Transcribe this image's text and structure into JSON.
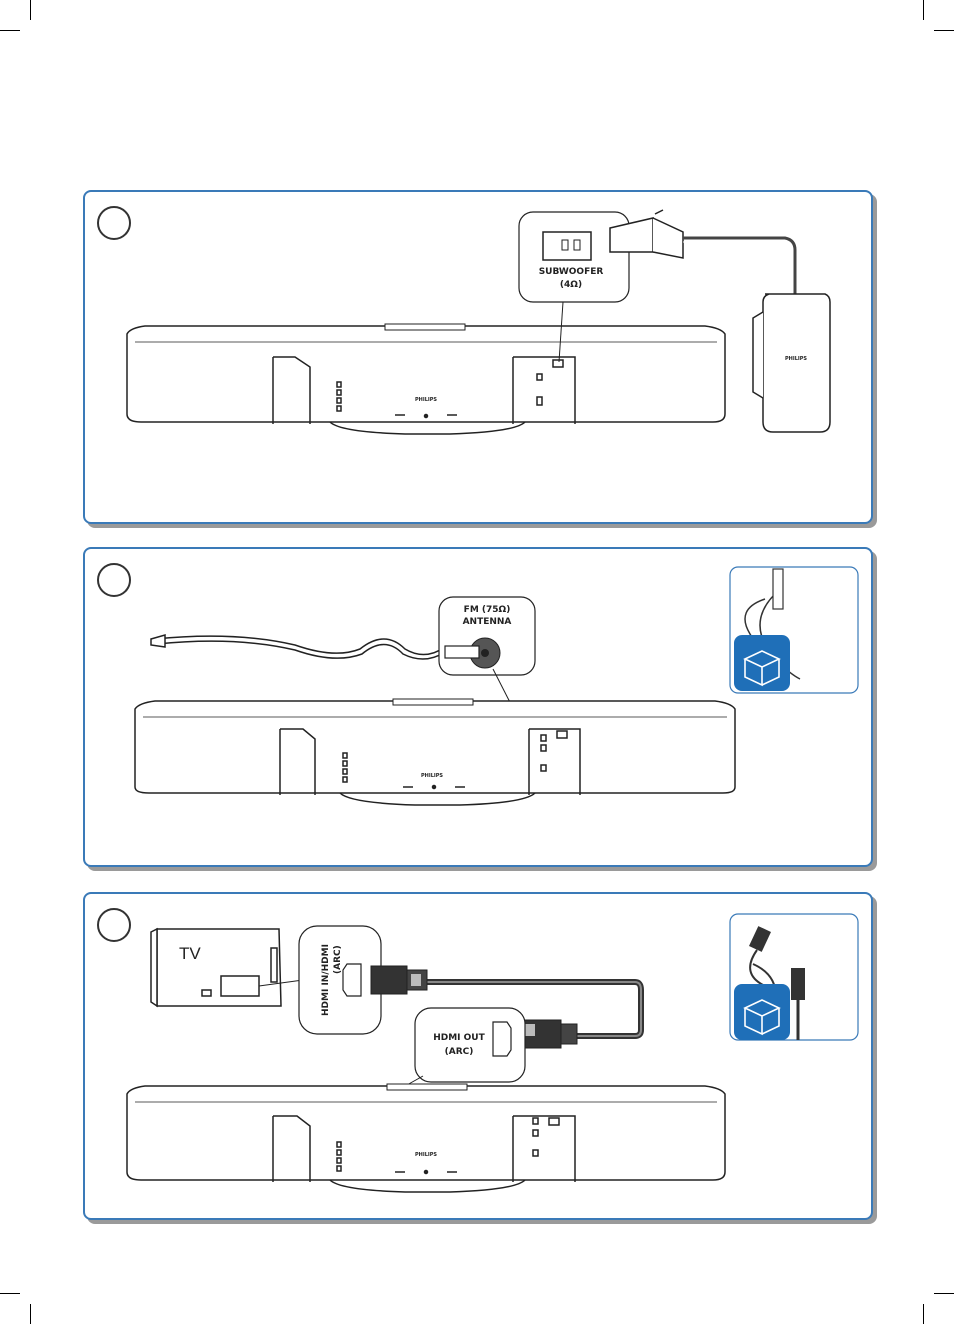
{
  "panels": [
    {
      "id": "subwoofer-step",
      "port_label_line1": "SUBWOOFER",
      "port_label_line2": "(4Ω)",
      "brand": "PHILIPS"
    },
    {
      "id": "fm-antenna-step",
      "port_label_line1": "FM (75Ω)",
      "port_label_line2": "ANTENNA",
      "brand": "PHILIPS",
      "in_box_icon": "box-icon"
    },
    {
      "id": "hdmi-step",
      "tv_label": "TV",
      "tv_port_line1": "HDMI IN/HDMI",
      "tv_port_line2": "(ARC)",
      "bar_port_line1": "HDMI OUT",
      "bar_port_line2": "(ARC)",
      "brand": "PHILIPS",
      "in_box_icon": "box-icon"
    }
  ],
  "colors": {
    "panel_border": "#3a7ab8",
    "box_icon": "#1f6fb8"
  }
}
